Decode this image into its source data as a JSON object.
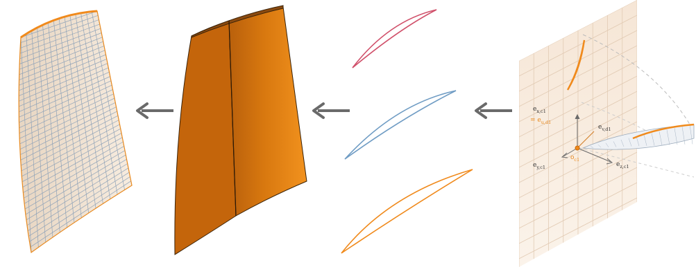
{
  "colors": {
    "orange": "#f08a1c",
    "orange_dark": "#c86a0a",
    "mesh_line": "#8ea2b8",
    "mesh_fill": "#f4e8d8",
    "plane_fill": "#f6e9dc",
    "red": "#d0506a",
    "blue": "#6f9cc4",
    "arrow": "#6a6a6a"
  },
  "stages": [
    {
      "id": "meshed-blade",
      "icon": "mesh-surface"
    },
    {
      "id": "lofted-blade",
      "icon": "solid-surface"
    },
    {
      "id": "airfoil-sections",
      "icon": "profile-curves",
      "profiles": [
        "red",
        "blue",
        "orange"
      ]
    },
    {
      "id": "section-plane",
      "icon": "coordinate-frame"
    }
  ],
  "axes": {
    "x_main": "e",
    "x_sub": "x,c1",
    "u_eq": "= e",
    "u_sub": "u,d1",
    "v_main": "e",
    "v_sub": "v,d1",
    "y_main": "e",
    "y_sub": "y,c1",
    "z_main": "e",
    "z_sub": "z,c1",
    "origin_main": "o",
    "origin_sub": "c1"
  }
}
